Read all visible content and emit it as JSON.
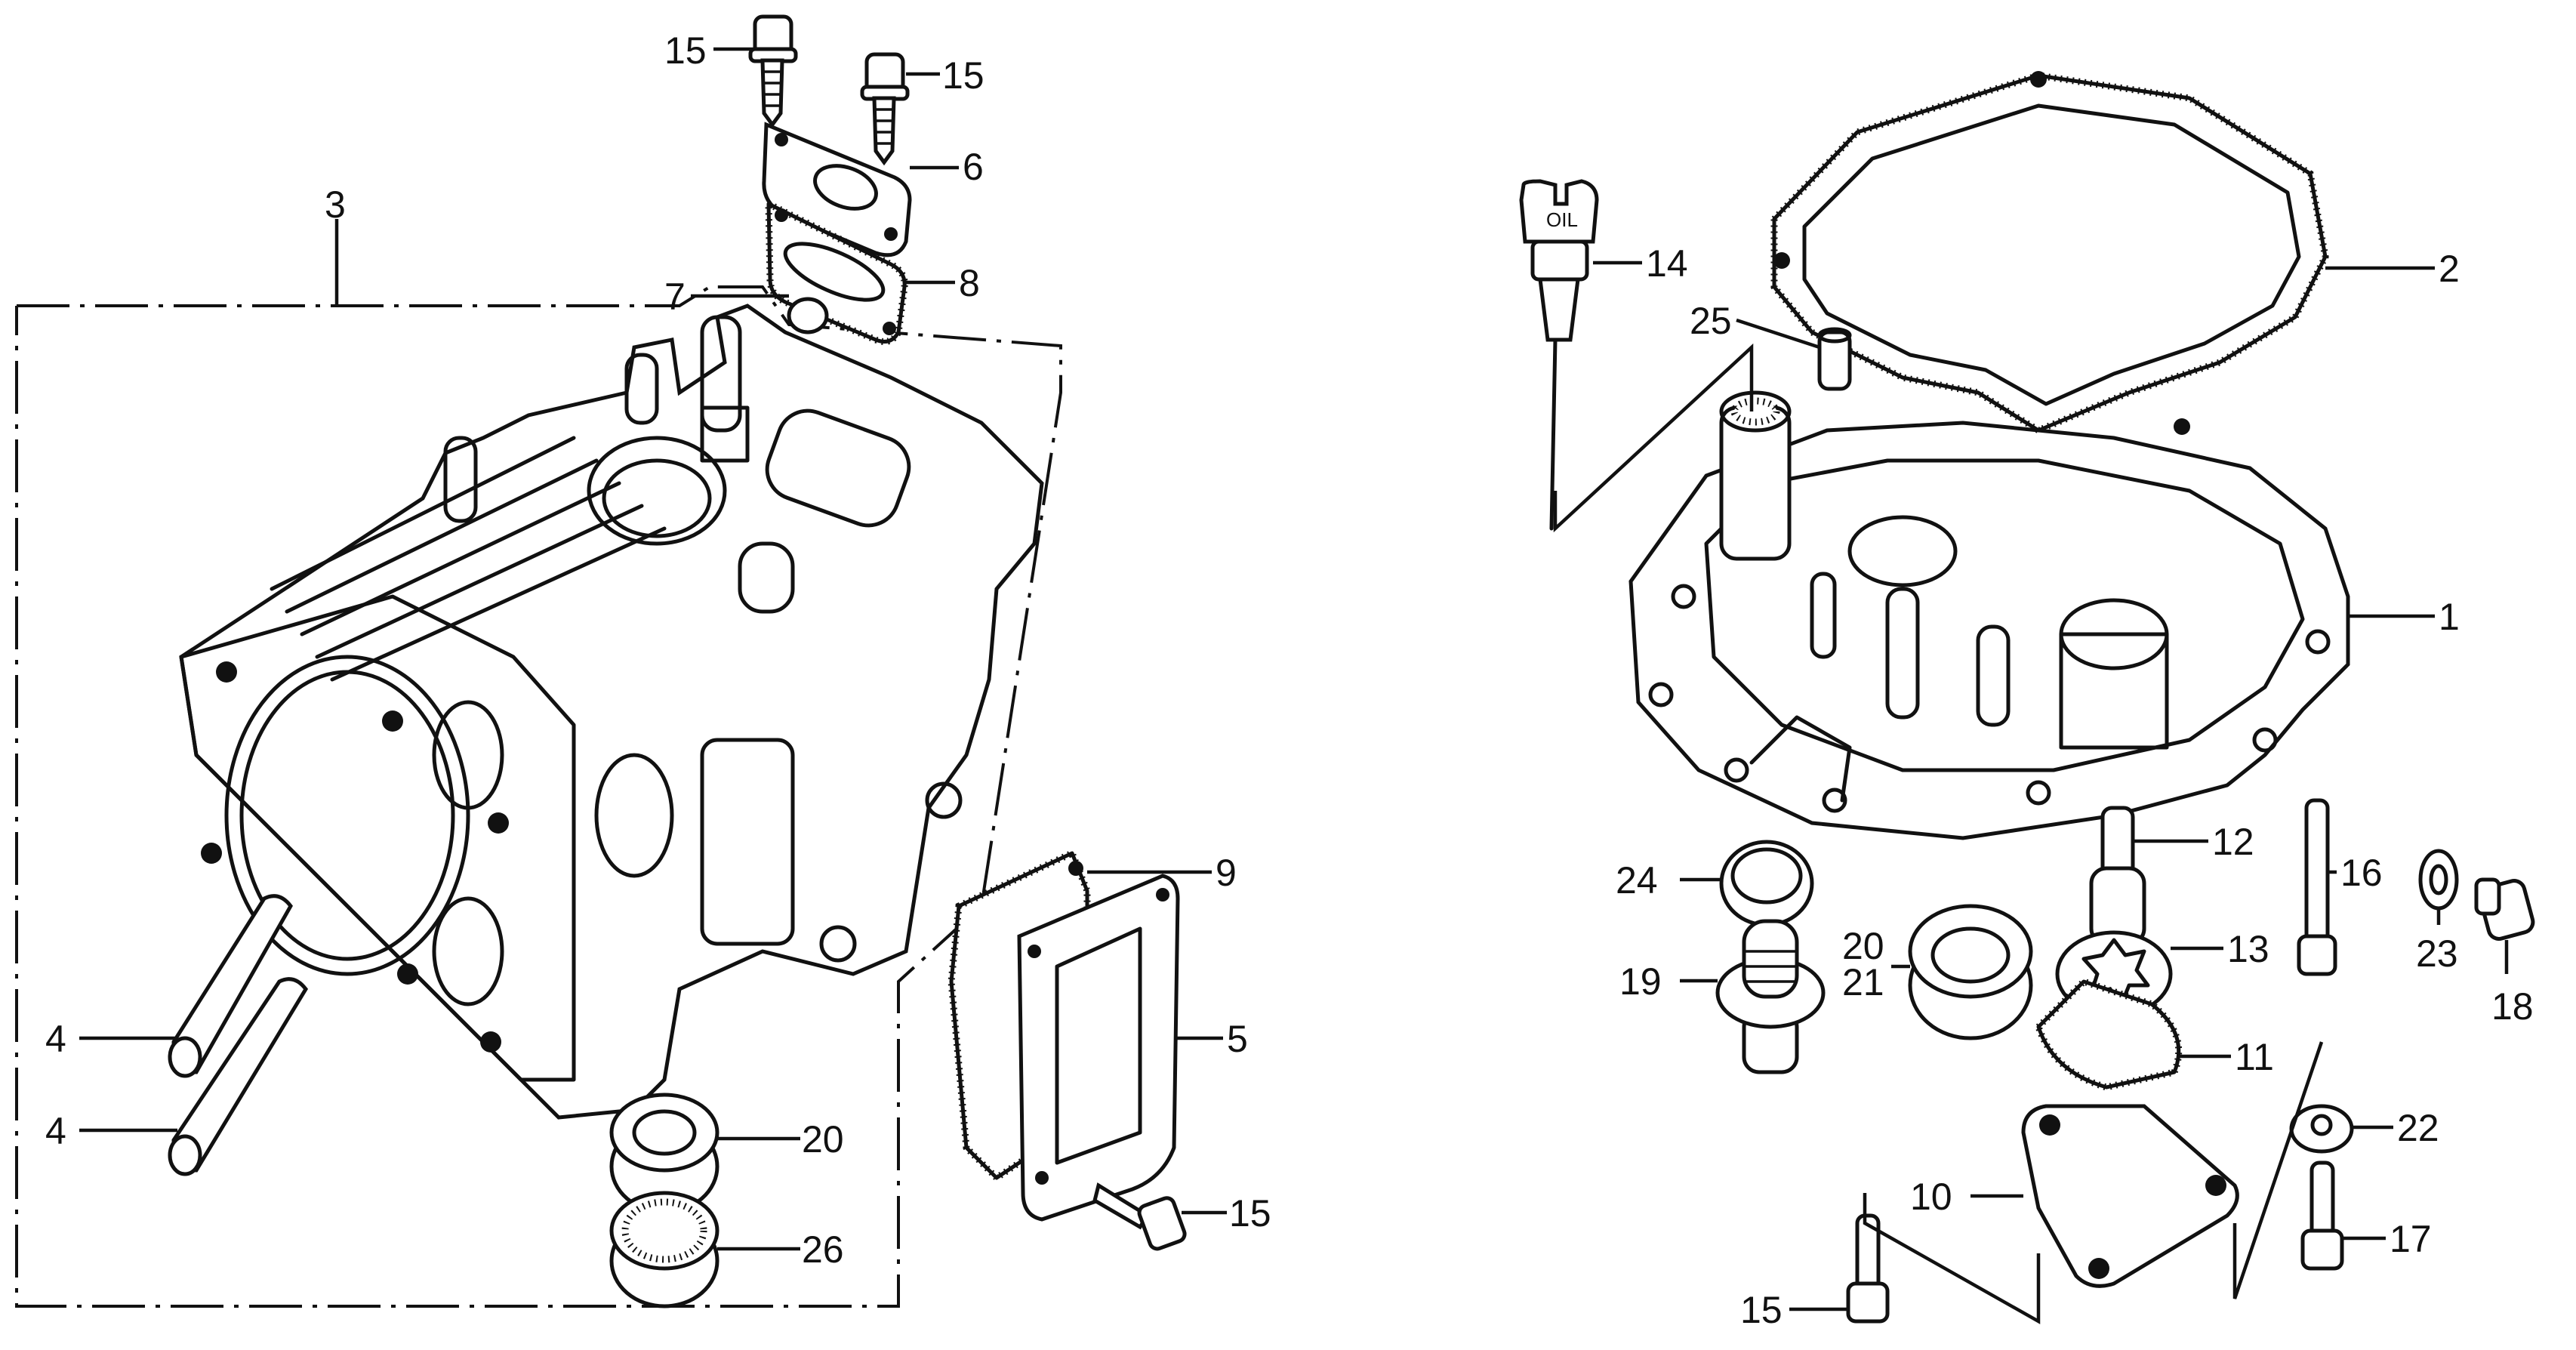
{
  "diagram": {
    "type": "exploded parts diagram",
    "subject": "engine cylinder block and crankcase side cover",
    "dipstick_label": "OIL",
    "callouts": [
      {
        "id": "c15a",
        "label": "15",
        "part": "flange bolt"
      },
      {
        "id": "c15b",
        "label": "15",
        "part": "flange bolt"
      },
      {
        "id": "c6",
        "label": "6",
        "part": "insulator plate"
      },
      {
        "id": "c8",
        "label": "8",
        "part": "gasket"
      },
      {
        "id": "c7",
        "label": "7",
        "part": "dowel / plug"
      },
      {
        "id": "c3",
        "label": "3",
        "part": "cylinder block assembly"
      },
      {
        "id": "c9",
        "label": "9",
        "part": "gasket"
      },
      {
        "id": "c5",
        "label": "5",
        "part": "cover plate"
      },
      {
        "id": "c15c",
        "label": "15",
        "part": "flange bolt"
      },
      {
        "id": "c20a",
        "label": "20",
        "part": "oil seal"
      },
      {
        "id": "c26",
        "label": "26",
        "part": "ball bearing"
      },
      {
        "id": "c4a",
        "label": "4",
        "part": "dowel pin"
      },
      {
        "id": "c4b",
        "label": "4",
        "part": "dowel pin"
      },
      {
        "id": "c14",
        "label": "14",
        "part": "oil dipstick"
      },
      {
        "id": "c25",
        "label": "25",
        "part": "dowel pin"
      },
      {
        "id": "c2",
        "label": "2",
        "part": "side cover gasket"
      },
      {
        "id": "c1",
        "label": "1",
        "part": "crankcase side cover"
      },
      {
        "id": "c12",
        "label": "12",
        "part": "shaft"
      },
      {
        "id": "c16",
        "label": "16",
        "part": "bolt"
      },
      {
        "id": "c24",
        "label": "24",
        "part": "seal ring"
      },
      {
        "id": "c23",
        "label": "23",
        "part": "washer"
      },
      {
        "id": "c18",
        "label": "18",
        "part": "drain plug"
      },
      {
        "id": "c13",
        "label": "13",
        "part": "oil pump rotor"
      },
      {
        "id": "c20b",
        "label": "20",
        "part": "oil seal"
      },
      {
        "id": "c21",
        "label": "21",
        "part": "bearing"
      },
      {
        "id": "c19",
        "label": "19",
        "part": "filler plug"
      },
      {
        "id": "c11",
        "label": "11",
        "part": "pump cover gasket"
      },
      {
        "id": "c22",
        "label": "22",
        "part": "washer"
      },
      {
        "id": "c10",
        "label": "10",
        "part": "pump cover"
      },
      {
        "id": "c17",
        "label": "17",
        "part": "bolt"
      },
      {
        "id": "c15d",
        "label": "15",
        "part": "flange bolt"
      }
    ]
  }
}
